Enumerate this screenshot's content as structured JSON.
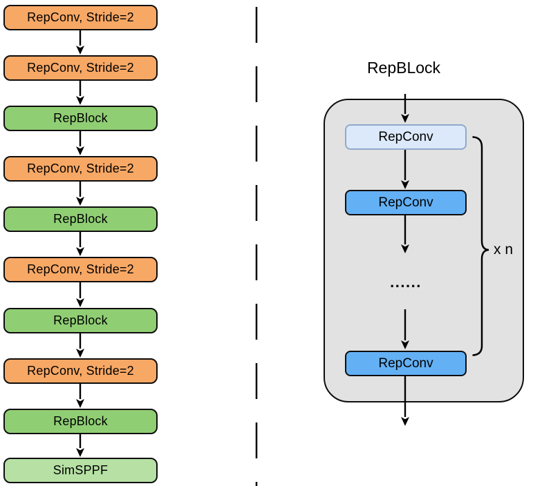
{
  "backbone": {
    "blocks": [
      {
        "label": "RepConv, Stride=2",
        "color": "#F8A865"
      },
      {
        "label": "RepConv, Stride=2",
        "color": "#F8A865"
      },
      {
        "label": "RepBlock",
        "color": "#90CE74"
      },
      {
        "label": "RepConv, Stride=2",
        "color": "#F8A865"
      },
      {
        "label": "RepBlock",
        "color": "#90CE74"
      },
      {
        "label": "RepConv, Stride=2",
        "color": "#F8A865"
      },
      {
        "label": "RepBlock",
        "color": "#90CE74"
      },
      {
        "label": "RepConv, Stride=2",
        "color": "#F8A865"
      },
      {
        "label": "RepBlock",
        "color": "#90CE74"
      },
      {
        "label": "SimSPPF",
        "color": "#B6E0A4"
      }
    ]
  },
  "repblock_detail": {
    "title": "RepBLock",
    "container_color": "#E2E2E2",
    "blocks": [
      {
        "label": "RepConv",
        "variant": "light",
        "color": "#DCE9FA",
        "border_color": "#8FA9CB"
      },
      {
        "label": "RepConv",
        "variant": "solid",
        "color": "#63B0F5"
      },
      {
        "label": "RepConv",
        "variant": "solid",
        "color": "#63B0F5"
      }
    ],
    "ellipsis": "......",
    "repeat_label": "x n"
  }
}
